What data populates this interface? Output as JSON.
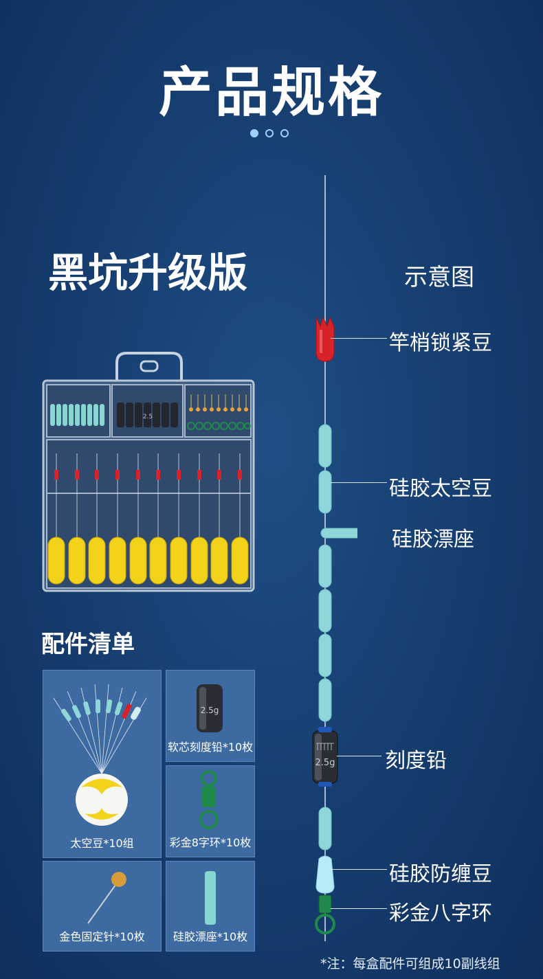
{
  "header": {
    "title": "产品规格",
    "pager": [
      true,
      false,
      false
    ]
  },
  "edition": "黑坑升级版",
  "diagram": {
    "label": "示意图",
    "callouts": [
      "竿梢锁紧豆",
      "硅胶太空豆",
      "硅胶漂座",
      "刻度铅",
      "硅胶防缠豆",
      "彩金八字环"
    ],
    "sinker_mark": "2.5g"
  },
  "box_sinker_mark": "2.5",
  "parts": {
    "title": "配件清单",
    "items": [
      {
        "label": "太空豆*10组"
      },
      {
        "label": "软芯刻度铅*10枚",
        "mark": "2.5g"
      },
      {
        "label": "彩金8字环*10枚"
      },
      {
        "label": "金色固定针*10枚"
      },
      {
        "label": "硅胶漂座*10枚"
      }
    ]
  },
  "note": "*注：每盒配件可组成10副线组",
  "colors": {
    "accent": "#9fd0ff",
    "bead": "#8fd6d8",
    "red": "#d8222a",
    "float": "#f3d21a",
    "green": "#1f8a4c"
  }
}
